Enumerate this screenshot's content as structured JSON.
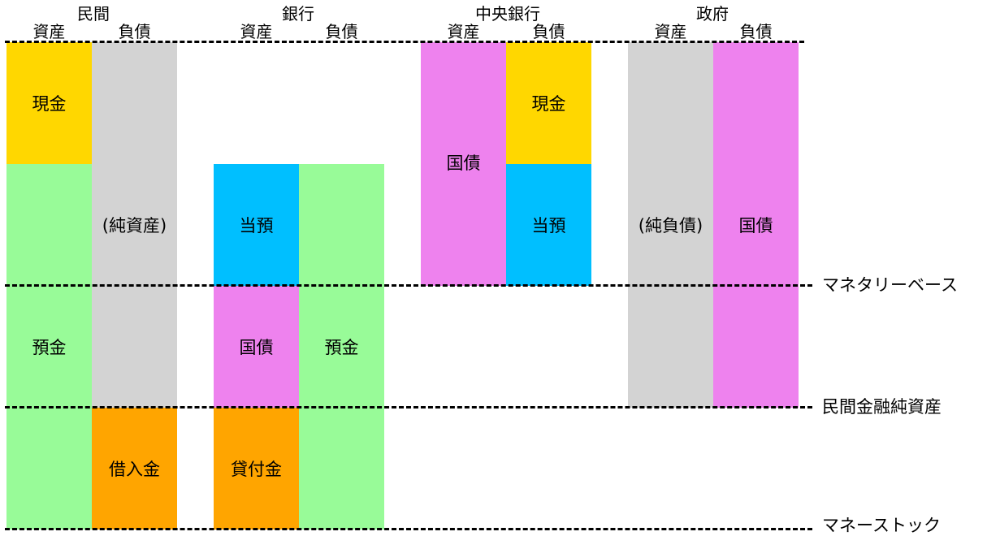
{
  "colors": {
    "cash": "#FFD700",
    "deposit": "#98FB98",
    "net": "#D3D3D3",
    "current_account": "#00BFFF",
    "bond": "#EE82EE",
    "loan": "#FFA500"
  },
  "sectors": {
    "private": {
      "title": "民間",
      "assets": "資産",
      "liabilities": "負債"
    },
    "bank": {
      "title": "銀行",
      "assets": "資産",
      "liabilities": "負債"
    },
    "central_bank": {
      "title": "中央銀行",
      "assets": "資産",
      "liabilities": "負債"
    },
    "government": {
      "title": "政府",
      "assets": "資産",
      "liabilities": "負債"
    }
  },
  "blocks": {
    "private_cash": "現金",
    "private_deposit": "預金",
    "private_net_assets": "(純資産)",
    "private_loan": "借入金",
    "bank_current": "当預",
    "bank_bond": "国債",
    "bank_lending": "貸付金",
    "bank_deposit": "預金",
    "cb_bond": "国債",
    "cb_cash": "現金",
    "cb_current": "当預",
    "gov_net_debt": "(純負債)",
    "gov_bond": "国債"
  },
  "lines": {
    "monetary_base": "マネタリーベース",
    "private_net_financial_assets": "民間金融純資産",
    "money_stock": "マネーストック"
  }
}
